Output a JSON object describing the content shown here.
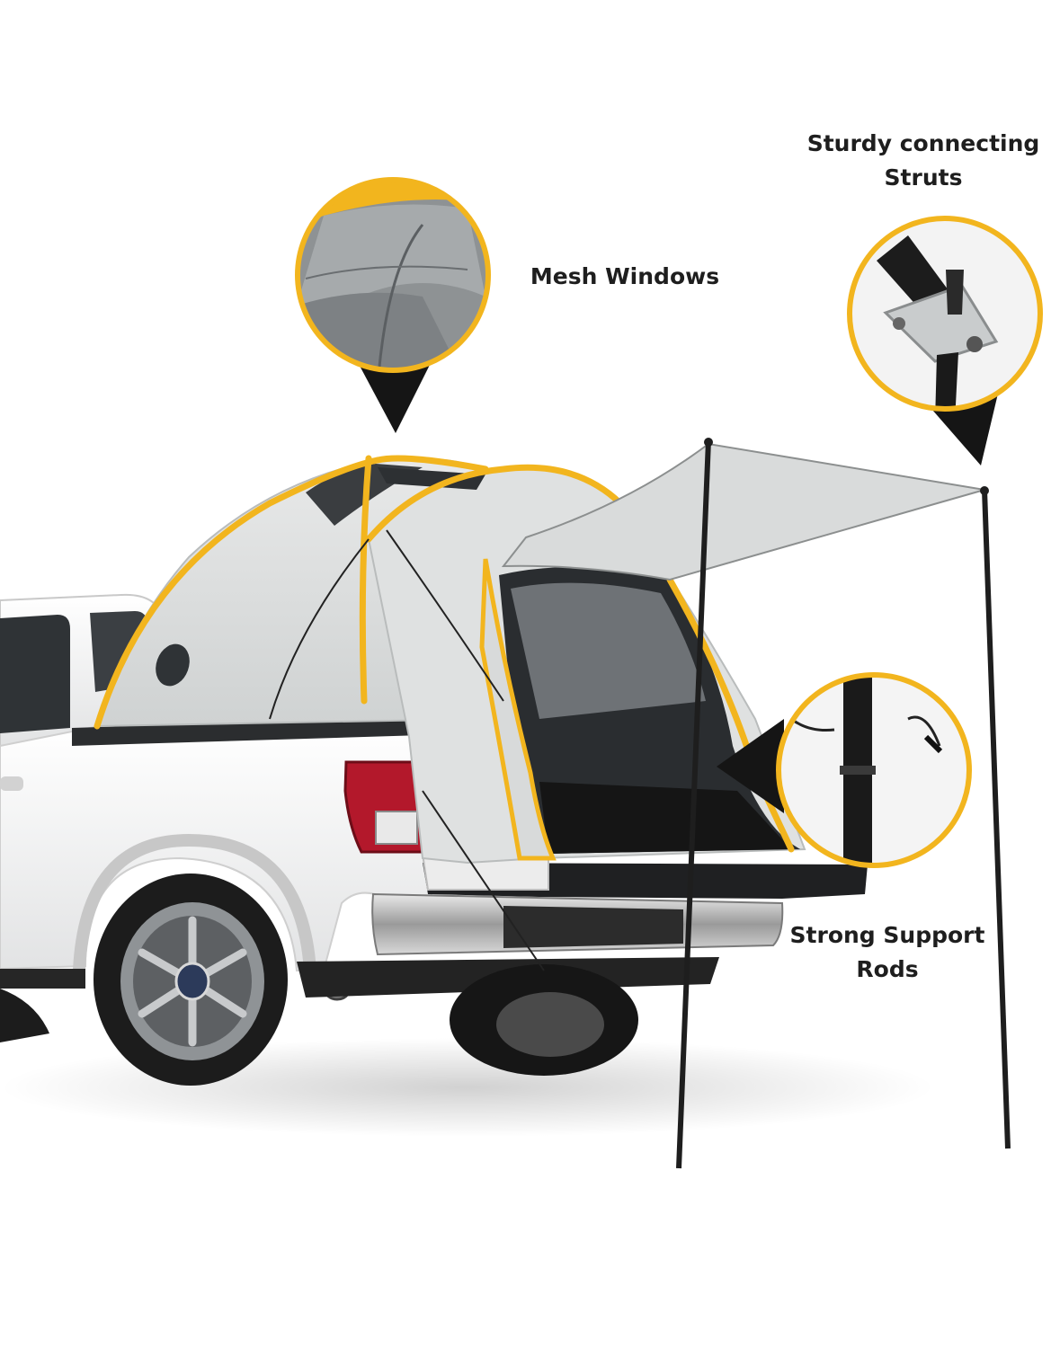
{
  "callouts": {
    "mesh_windows": {
      "lines": [
        "Mesh Windows"
      ]
    },
    "connecting_struts": {
      "lines": [
        "Sturdy connecting",
        "Struts"
      ]
    },
    "support_rods": {
      "lines": [
        "Strong Support",
        "Rods"
      ]
    }
  },
  "colors": {
    "accent_yellow": "#f2b51e",
    "tent_gray": "#dcdedd",
    "truck_white": "#f4f4f4",
    "tire_black": "#1c1c1c",
    "taillight_red": "#b3182b",
    "pointer_black": "#151515"
  },
  "image_content": {
    "subject": "pickup truck with bed tent and awning",
    "detail_insets": [
      "mesh-window-closeup",
      "strut-bracket-closeup",
      "rod-joint-closeup"
    ]
  }
}
